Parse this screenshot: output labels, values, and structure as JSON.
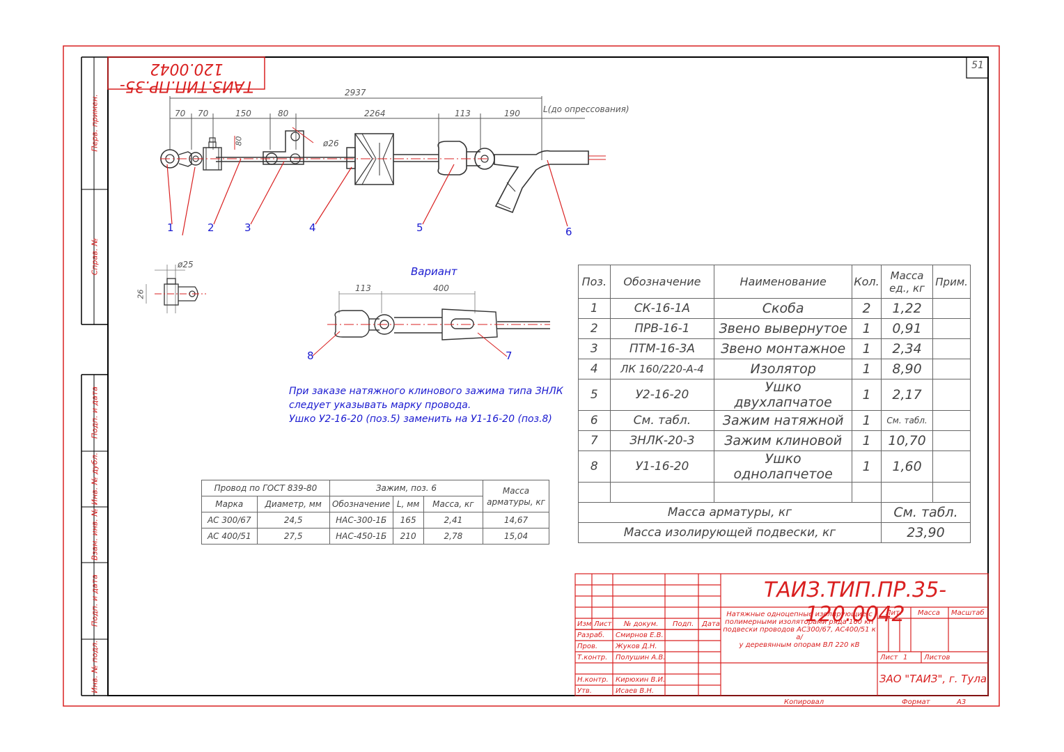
{
  "sheet_number": "51",
  "stamp_code": "ТАИЗ.ТИП.ПР.35-120.0042",
  "side_labels": [
    "Перв. примен.",
    "Справ. №",
    "Подп. и дата",
    "Инв. № дубл.",
    "Взам. инв. №",
    "Подп. и дата",
    "Инв. № подл."
  ],
  "dimensions": {
    "overall": "2937",
    "d70a": "70",
    "d70b": "70",
    "d150": "150",
    "d80": "80",
    "d2264": "2264",
    "d113": "113",
    "d190": "190",
    "L_label": "L(до опрессования)",
    "v80": "80",
    "dia26": "ø26",
    "dia25": "ø25",
    "v26": "26",
    "var113": "113",
    "var400": "400"
  },
  "callouts": [
    "1",
    "2",
    "3",
    "4",
    "5",
    "6",
    "7",
    "8"
  ],
  "variant_title": "Вариант",
  "note_lines": [
    "При заказе натяжного клинового зажима типа ЗНЛК",
    "следует указывать марку провода.",
    "Ушко У2-16-20 (поз.5) заменить на У1-16-20 (поз.8)"
  ],
  "spec_table": {
    "headers": [
      "Поз.",
      "Обозначение",
      "Наименование",
      "Кол.",
      "Масса ед., кг",
      "Прим."
    ],
    "rows": [
      [
        "1",
        "СК-16-1А",
        "Скоба",
        "2",
        "1,22",
        ""
      ],
      [
        "2",
        "ПРВ-16-1",
        "Звено вывернутое",
        "1",
        "0,91",
        ""
      ],
      [
        "3",
        "ПТМ-16-3А",
        "Звено монтажное",
        "1",
        "2,34",
        ""
      ],
      [
        "4",
        "ЛК 160/220-А-4",
        "Изолятор",
        "1",
        "8,90",
        ""
      ],
      [
        "5",
        "У2-16-20",
        "Ушко двухлапчатое",
        "1",
        "2,17",
        ""
      ],
      [
        "6",
        "См. табл.",
        "Зажим натяжной",
        "1",
        "См. табл.",
        ""
      ],
      [
        "7",
        "ЗНЛК-20-3",
        "Зажим клиновой",
        "1",
        "10,70",
        ""
      ],
      [
        "8",
        "У1-16-20",
        "Ушко однолапчетое",
        "1",
        "1,60",
        ""
      ]
    ],
    "total1_label": "Масса арматуры, кг",
    "total1_value": "См. табл.",
    "total2_label": "Масса изолирующей подвески, кг",
    "total2_value": "23,90"
  },
  "wire_table": {
    "h_group1": "Провод по ГОСТ 839-80",
    "h_group2": "Зажим, поз. 6",
    "h_mass": "Масса арматуры, кг",
    "h_sub": [
      "Марка",
      "Диаметр, мм",
      "Обозначение",
      "L, мм",
      "Масса, кг"
    ],
    "rows": [
      [
        "АС 300/67",
        "24,5",
        "НАС-300-1Б",
        "165",
        "2,41",
        "14,67"
      ],
      [
        "АС 400/51",
        "27,5",
        "НАС-450-1Б",
        "210",
        "2,78",
        "15,04"
      ]
    ]
  },
  "title_block": {
    "code": "ТАИЗ.ТИП.ПР.35-120.0042",
    "title_lines": [
      "Натяжные одноцепные изолирующие с",
      "полимерными изоляторами ряда 160 кН",
      "подвески проводов АС300/67, АС400/51 к а/",
      "у деревянным опорам ВЛ 220 кВ"
    ],
    "col_heads": [
      "Изм",
      "Лист",
      "№ докум.",
      "Подп.",
      "Дата"
    ],
    "roles": [
      [
        "Разраб.",
        "Смирнов Е.В."
      ],
      [
        "Пров.",
        "Жуков Д.Н."
      ],
      [
        "Т.контр.",
        "Полушин А.В."
      ],
      [
        "",
        ""
      ],
      [
        "Н.контр.",
        "Кирюхин В.И."
      ],
      [
        "Утв.",
        "Исаев В.Н."
      ]
    ],
    "lit": "Лит.",
    "massa": "Масса",
    "masshtab": "Масштаб",
    "list": "Лист",
    "list_no": "1",
    "listov": "Листов",
    "org": "ЗАО \"ТАИЗ\", г. Тула"
  },
  "footer": {
    "kopiroval": "Копировал",
    "format": "Формат",
    "format_value": "А3"
  }
}
